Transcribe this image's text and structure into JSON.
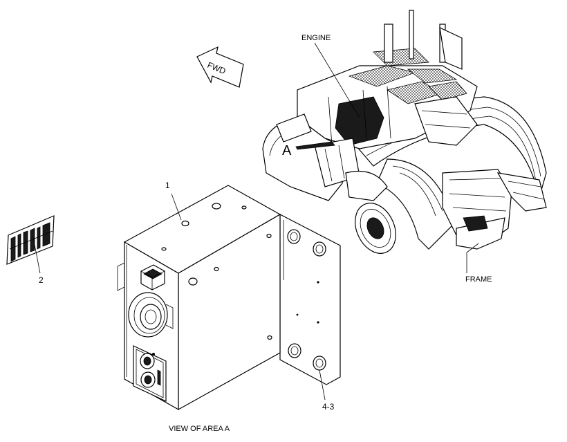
{
  "labels": {
    "engine": "ENGINE",
    "fwd": "FWD",
    "area_marker": "A",
    "item_1": "1",
    "item_2": "2",
    "item_4_3": "4-3",
    "frame": "FRAME",
    "caption": "VIEW OF AREA A"
  },
  "icons": {
    "direction_arrow": "fwd-arrow-icon"
  }
}
